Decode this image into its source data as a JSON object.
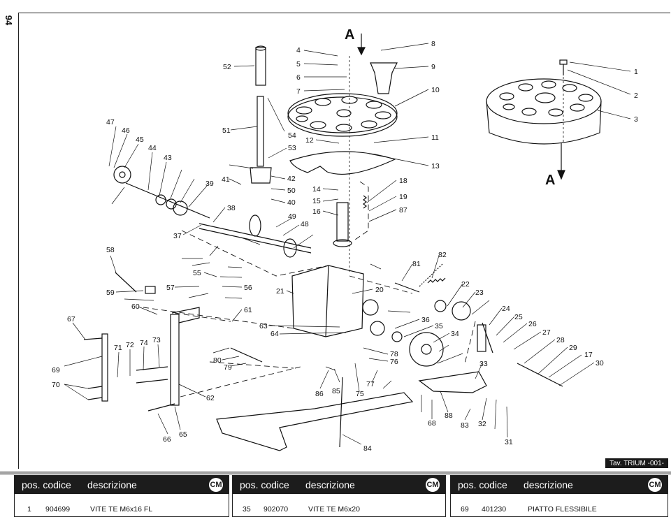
{
  "page_number": "94",
  "tav_label": "Tav. TRIUM -001-",
  "section_marker": "A",
  "callouts": [
    "1",
    "2",
    "3",
    "4",
    "5",
    "6",
    "7",
    "8",
    "9",
    "10",
    "11",
    "12",
    "13",
    "14",
    "15",
    "16",
    "17",
    "18",
    "19",
    "20",
    "21",
    "22",
    "23",
    "24",
    "25",
    "26",
    "27",
    "28",
    "29",
    "30",
    "31",
    "32",
    "33",
    "34",
    "35",
    "36",
    "37",
    "38",
    "39",
    "40",
    "41",
    "42",
    "43",
    "44",
    "45",
    "46",
    "47",
    "48",
    "49",
    "50",
    "51",
    "52",
    "53",
    "54",
    "55",
    "56",
    "57",
    "58",
    "59",
    "60",
    "61",
    "62",
    "63",
    "64",
    "65",
    "66",
    "67",
    "68",
    "69",
    "70",
    "71",
    "72",
    "73",
    "74",
    "75",
    "76",
    "77",
    "78",
    "79",
    "80",
    "81",
    "82",
    "83",
    "84",
    "85",
    "86",
    "87",
    "88"
  ],
  "table": {
    "header_pos_codice": "pos. codice",
    "header_descrizione": "descrizione",
    "logo_text": "CM",
    "rows": [
      {
        "pos": "1",
        "codice": "904699",
        "descrizione": "VITE TE M6x16 FL"
      },
      {
        "pos": "35",
        "codice": "902070",
        "descrizione": "VITE TE M6x20"
      },
      {
        "pos": "69",
        "codice": "401230",
        "descrizione": "PIATTO FLESSIBILE"
      }
    ]
  }
}
